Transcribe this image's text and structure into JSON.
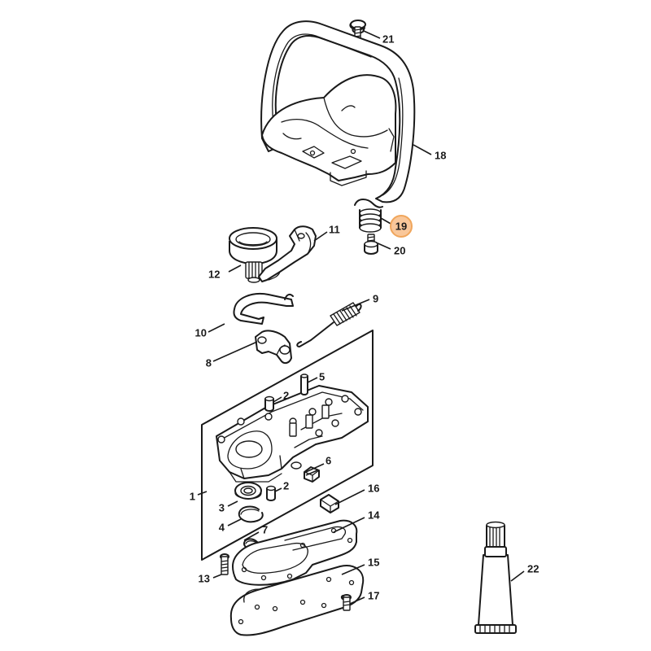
{
  "colors": {
    "ink": "#1a1a1a",
    "background": "#ffffff",
    "highlight_fill": "#f9c79a",
    "highlight_stroke": "#f0a65c"
  },
  "callouts": {
    "1": {
      "label": "1",
      "highlighted": false
    },
    "2": {
      "label": "2",
      "highlighted": false
    },
    "3": {
      "label": "3",
      "highlighted": false
    },
    "4": {
      "label": "4",
      "highlighted": false
    },
    "5": {
      "label": "5",
      "highlighted": false
    },
    "6": {
      "label": "6",
      "highlighted": false
    },
    "7": {
      "label": "7",
      "highlighted": false
    },
    "8": {
      "label": "8",
      "highlighted": false
    },
    "9": {
      "label": "9",
      "highlighted": false
    },
    "10": {
      "label": "10",
      "highlighted": false
    },
    "11": {
      "label": "11",
      "highlighted": false
    },
    "12": {
      "label": "12",
      "highlighted": false
    },
    "13": {
      "label": "13",
      "highlighted": false
    },
    "14": {
      "label": "14",
      "highlighted": false
    },
    "15": {
      "label": "15",
      "highlighted": false
    },
    "16": {
      "label": "16",
      "highlighted": false
    },
    "17": {
      "label": "17",
      "highlighted": false
    },
    "18": {
      "label": "18",
      "highlighted": false
    },
    "19": {
      "label": "19",
      "highlighted": true
    },
    "20": {
      "label": "20",
      "highlighted": false
    },
    "21": {
      "label": "21",
      "highlighted": false
    },
    "22": {
      "label": "22",
      "highlighted": false
    }
  }
}
